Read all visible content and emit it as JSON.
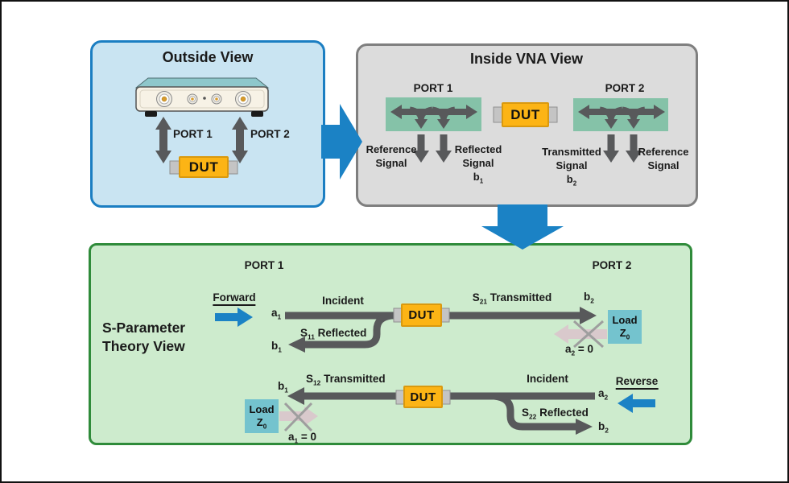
{
  "colors": {
    "accent_blue": "#1b82c5",
    "panel_blue_fill": "#c9e4f2",
    "panel_blue_border": "#1b7ec2",
    "panel_gray_fill": "#dcdcdc",
    "panel_gray_border": "#7f7f7f",
    "panel_green_fill": "#cdebcd",
    "panel_green_border": "#2f8b3a",
    "coupler_green": "#85c2a8",
    "dut_yellow": "#fcb415",
    "signal_arrow_gray": "#58595b",
    "load_teal": "#74c3ce",
    "blocked_arrow_pink": "#d9c9cc"
  },
  "outside": {
    "title": "Outside View",
    "port1": "PORT 1",
    "port2": "PORT 2",
    "dut": "DUT"
  },
  "inside": {
    "title": "Inside VNA View",
    "port1": "PORT 1",
    "port2": "PORT 2",
    "dut": "DUT",
    "reference_left": {
      "line1": "Reference",
      "line2": "Signal"
    },
    "reflected": {
      "line1": "Reflected",
      "line2": "Signal",
      "base": "b",
      "sub": "1"
    },
    "transmitted": {
      "line1": "Transmitted",
      "line2": "Signal",
      "base": "b",
      "sub": "2"
    },
    "reference_right": {
      "line1": "Reference",
      "line2": "Signal"
    }
  },
  "theory": {
    "title_line1": "S-Parameter",
    "title_line2": "Theory View",
    "port1": "PORT 1",
    "port2": "PORT 2",
    "forward": "Forward",
    "reverse": "Reverse",
    "dut_forward": "DUT",
    "dut_reverse": "DUT",
    "incident_forward": "Incident",
    "incident_reverse": "Incident",
    "a1": {
      "base": "a",
      "sub": "1"
    },
    "b1_forward": {
      "base": "b",
      "sub": "1"
    },
    "b2_forward": {
      "base": "b",
      "sub": "2"
    },
    "a2_reverse": {
      "base": "a",
      "sub": "2"
    },
    "b1_reverse": {
      "base": "b",
      "sub": "1"
    },
    "b2_reverse": {
      "base": "b",
      "sub": "2"
    },
    "s11": {
      "base": "S",
      "sub": "11",
      "rest": " Reflected"
    },
    "s21": {
      "base": "S",
      "sub": "21",
      "rest": " Transmitted"
    },
    "s12": {
      "base": "S",
      "sub": "12",
      "rest": " Transmitted"
    },
    "s22": {
      "base": "S",
      "sub": "22",
      "rest": " Reflected"
    },
    "a2_zero": {
      "base": "a",
      "sub": "2",
      "rest": " = 0"
    },
    "a1_zero": {
      "base": "a",
      "sub": "1",
      "rest": " = 0"
    },
    "load_forward": {
      "line1": "Load",
      "base": "Z",
      "sub": "0"
    },
    "load_reverse": {
      "line1": "Load",
      "base": "Z",
      "sub": "0"
    }
  }
}
